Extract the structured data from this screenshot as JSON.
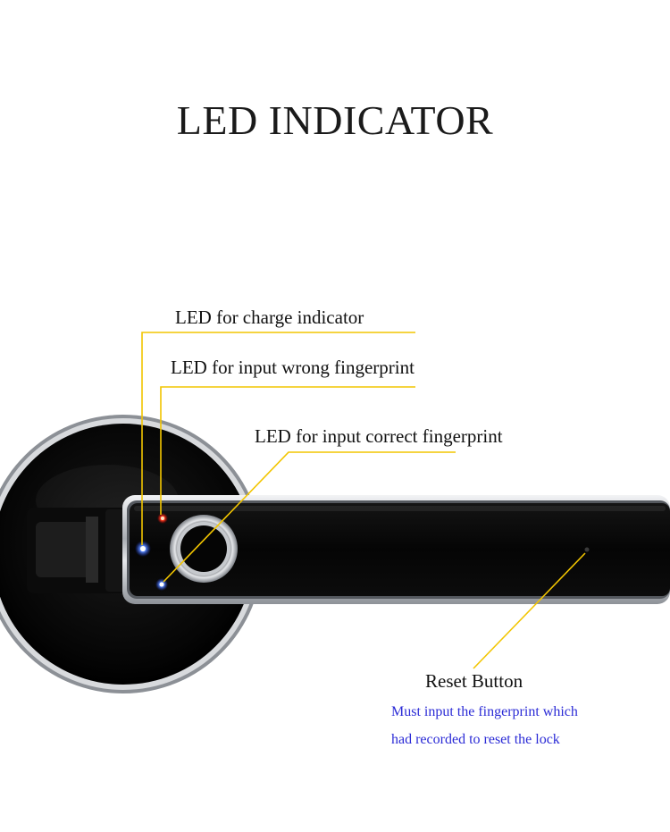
{
  "title": "LED INDICATOR",
  "labels": {
    "charge": "LED for charge indicator",
    "wrong": "LED for input wrong fingerprint",
    "correct": "LED for input correct fingerprint",
    "reset": "Reset Button"
  },
  "note": {
    "line1": "Must input the fingerprint which",
    "line2": "had recorded to reset the lock"
  },
  "colors": {
    "callout_line": "#f2c500",
    "note_text": "#2b2bd6",
    "led_blue": "#2f6bff",
    "led_red": "#ff3b1f",
    "lock_body": "#050505",
    "chrome": "#c9ccd1"
  }
}
